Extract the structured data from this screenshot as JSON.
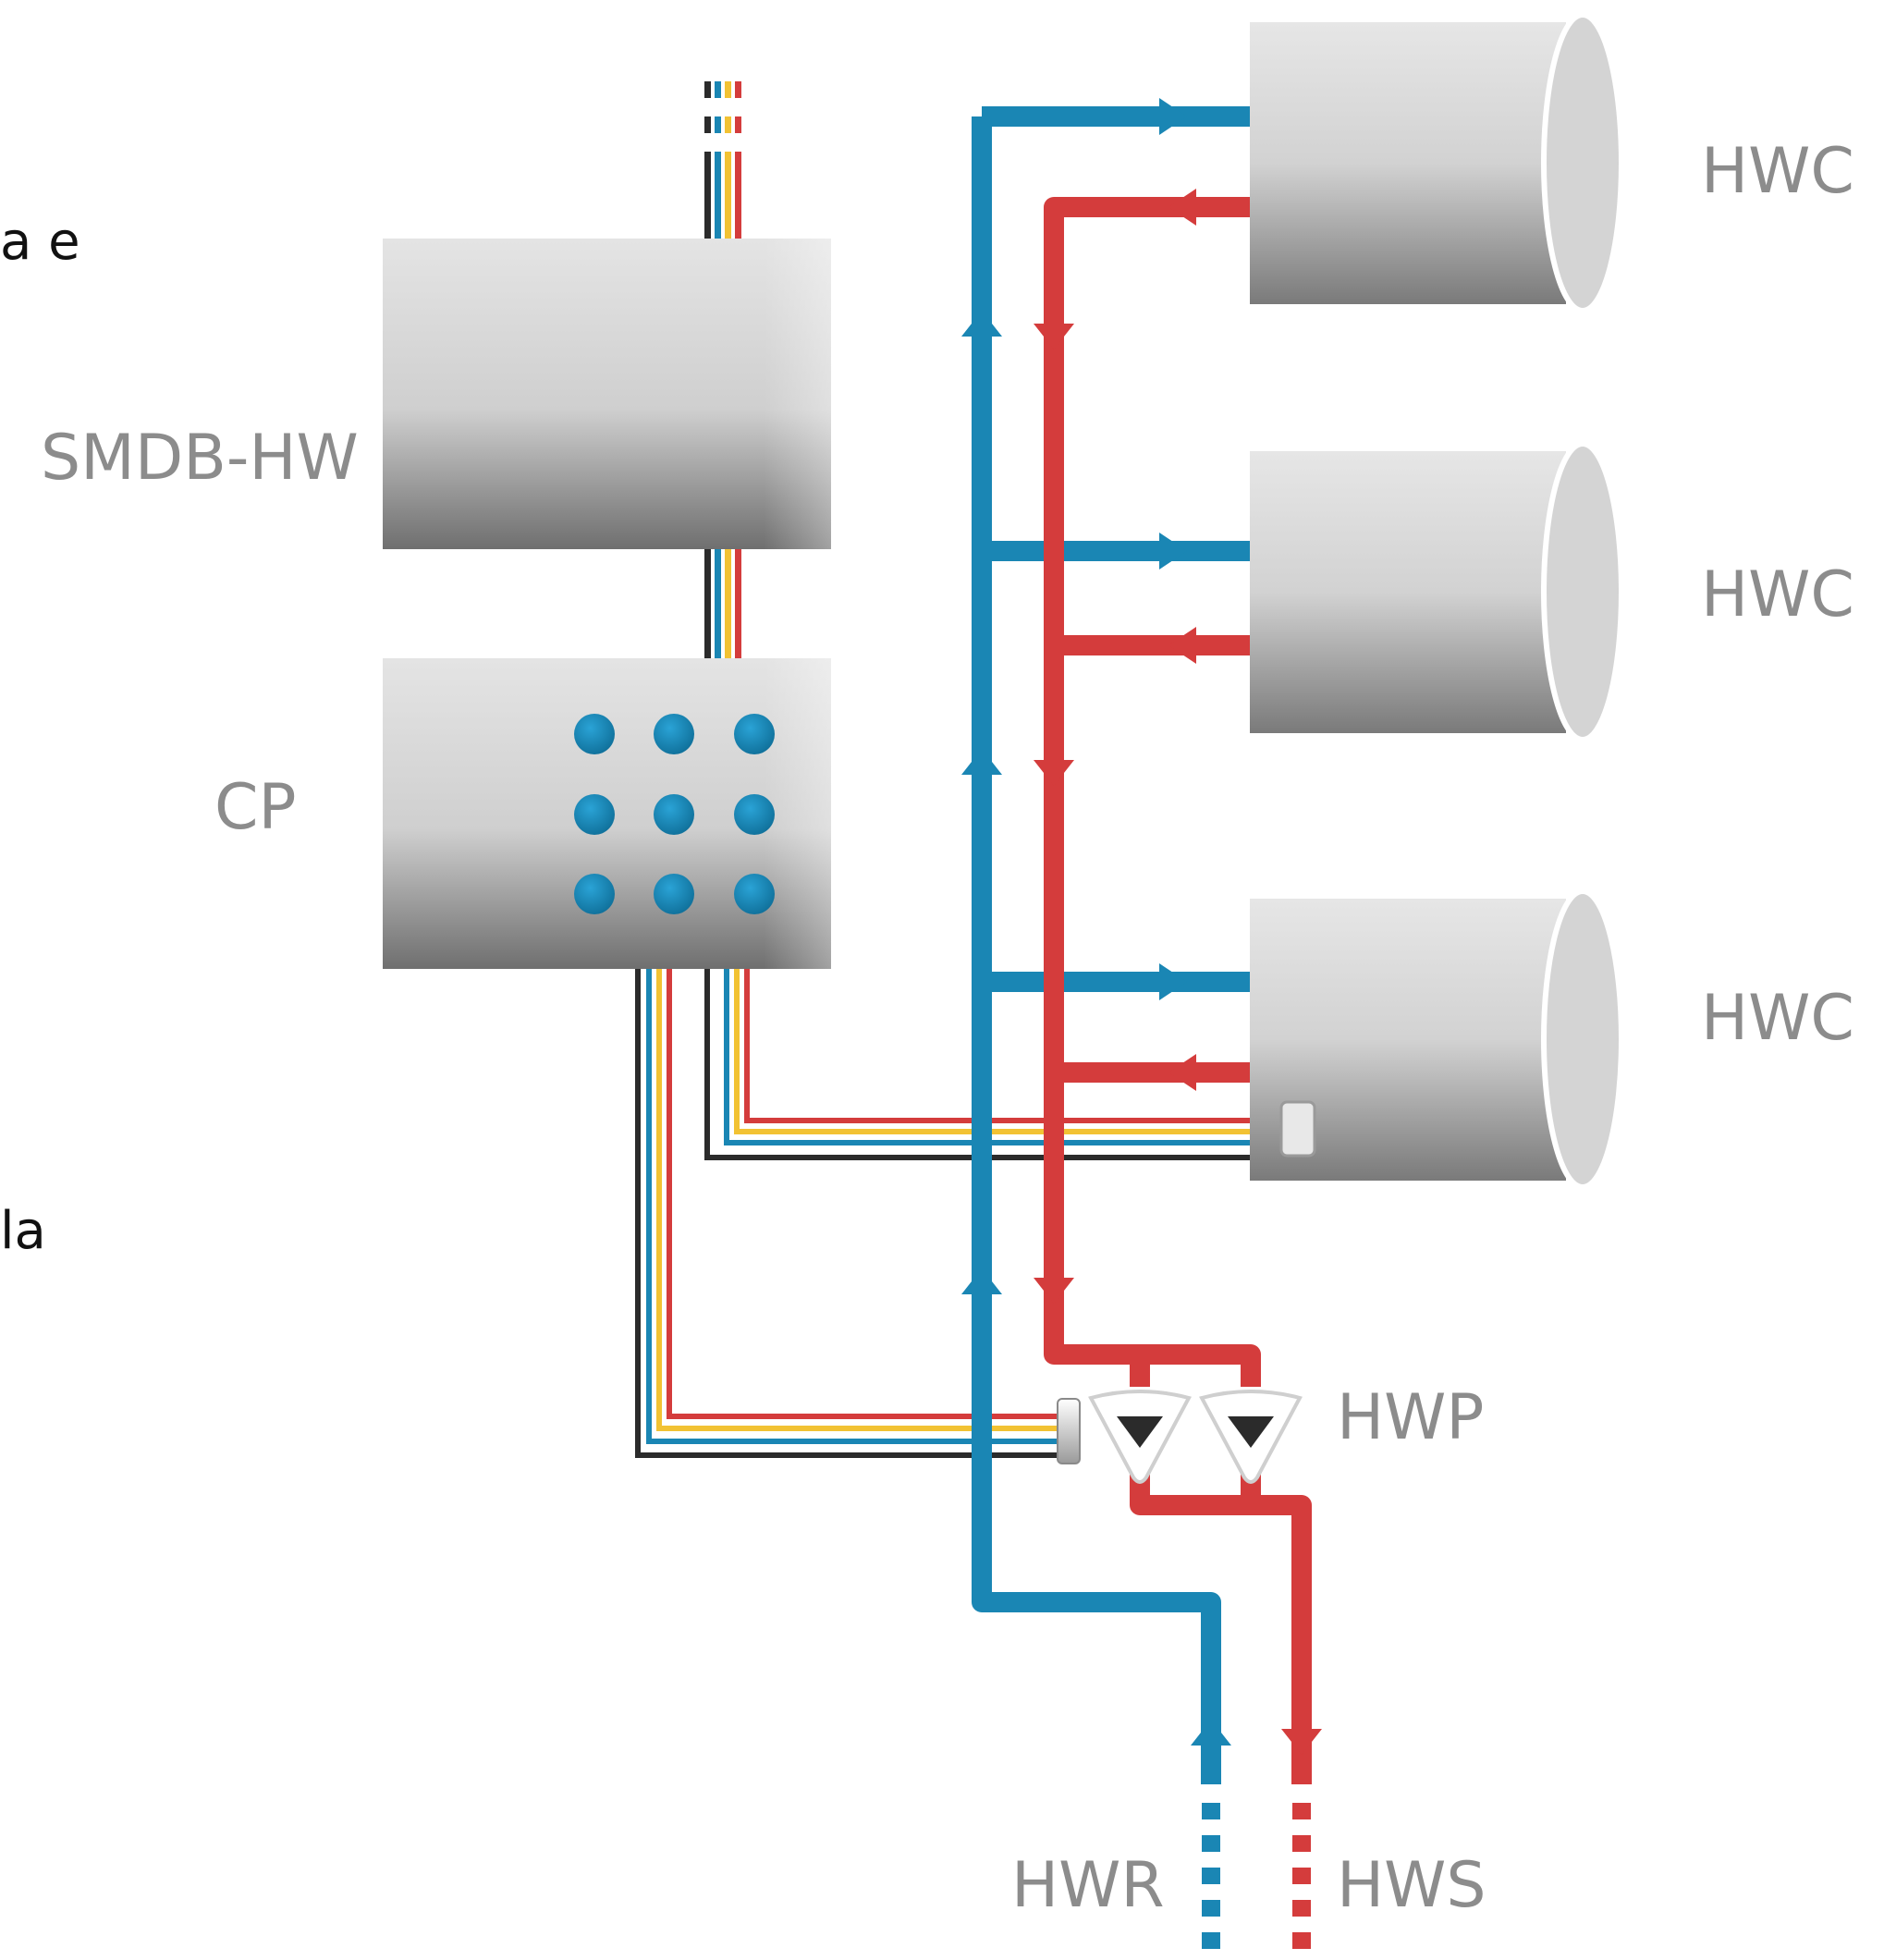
{
  "labels": {
    "smdb": "SMDB-HW",
    "cp": "CP",
    "hwc_1": "HWC",
    "hwc_2": "HWC",
    "hwc_3": "HWC",
    "hwp": "HWP",
    "hwr": "HWR",
    "hws": "HWS"
  },
  "edge_text": {
    "top": "a e",
    "bottom": "la"
  },
  "colors": {
    "return_pipe": "#1a86b4",
    "supply_pipe": "#d43c3c",
    "cable_black": "#2b2b2b",
    "cable_yellow": "#f2c233",
    "cable_red": "#d43c3c",
    "cable_blue": "#1a86b4",
    "label": "#8c8c8c"
  },
  "icons": {
    "panel": "control-panel",
    "pump": "pump-triangle",
    "cylinder": "hot-water-cylinder"
  }
}
